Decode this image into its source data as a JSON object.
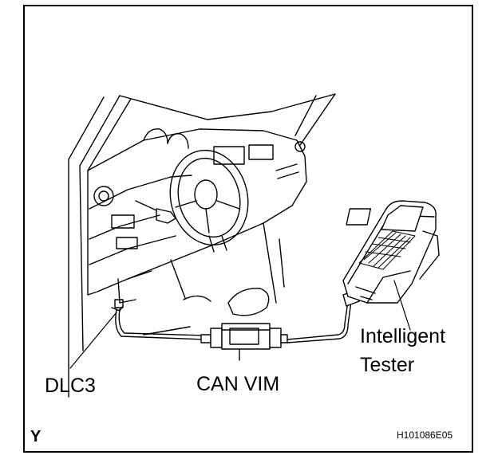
{
  "labels": {
    "dlc3": "DLC3",
    "can_vim": "CAN VIM",
    "tester_line1": "Intelligent",
    "tester_line2": "Tester"
  },
  "corner_letter": "Y",
  "figure_code": "H101086E05"
}
